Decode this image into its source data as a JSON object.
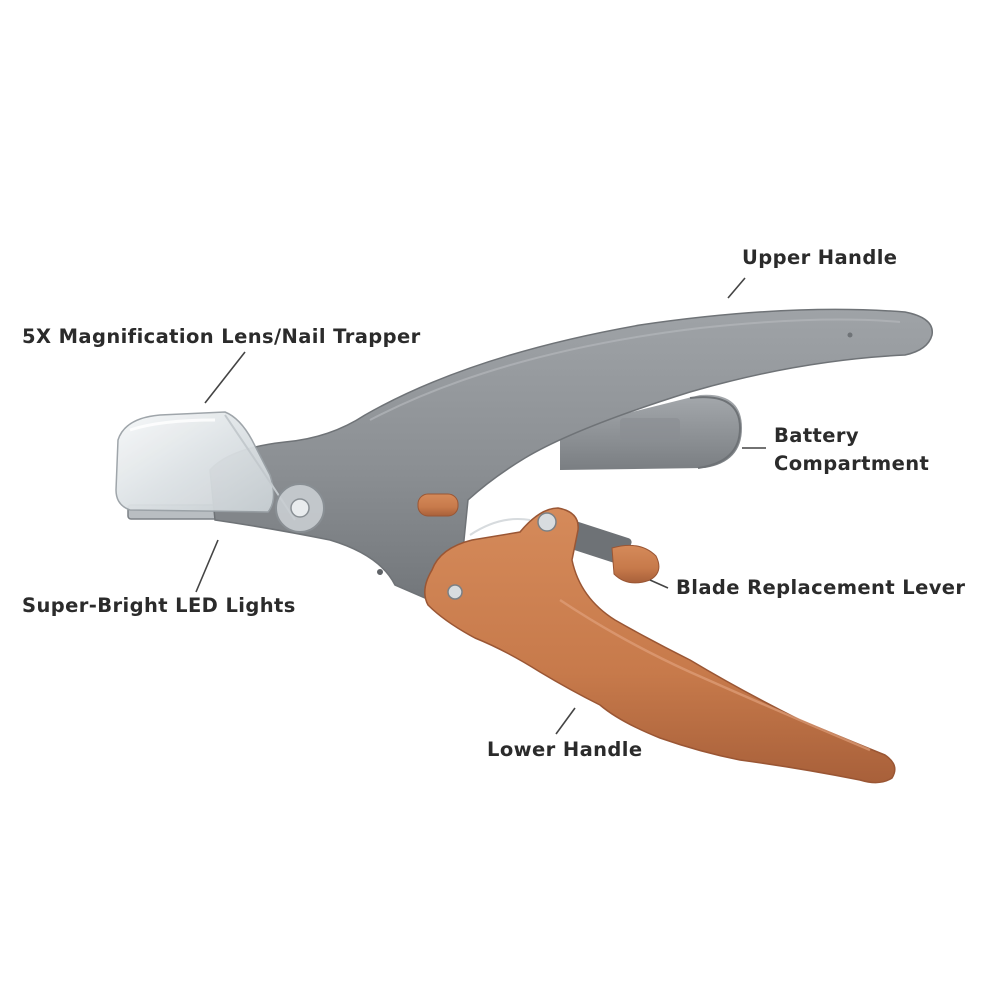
{
  "labels": {
    "upper_handle": "Upper Handle",
    "magnification_lens": "5X Magnification Lens/Nail Trapper",
    "battery_line1": "Battery",
    "battery_line2": "Compartment",
    "led_lights": "Super-Bright LED Lights",
    "blade_lever": "Blade Replacement Lever",
    "lower_handle": "Lower Handle"
  },
  "colors": {
    "body_gray": "#8d9195",
    "handle_orange": "#c87b4d",
    "lens_clear": "#e6eaec",
    "leader_line": "#444444",
    "text": "#2b2b2b"
  }
}
